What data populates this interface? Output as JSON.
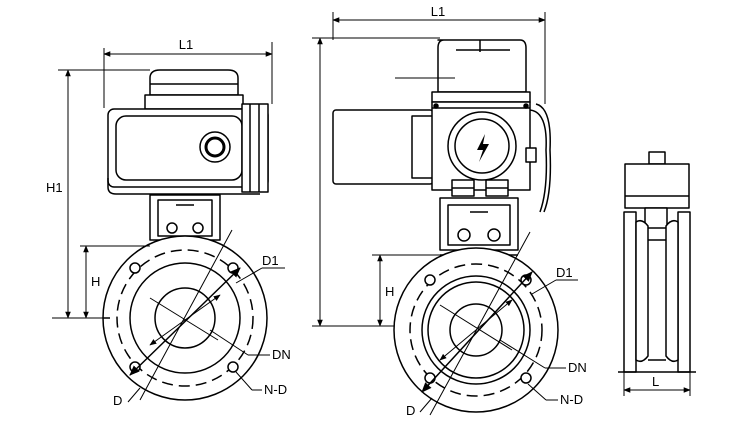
{
  "labels": {
    "l1_left": "L1",
    "l1_mid": "L1",
    "h1": "H1",
    "h_left": "H",
    "h_mid": "H",
    "d1_left": "D1",
    "d1_mid": "D1",
    "dn_left": "DN",
    "dn_mid": "DN",
    "d_left": "D",
    "d_mid": "D",
    "nd_left": "N-D",
    "nd_mid": "N-D",
    "l_right": "L"
  },
  "icons": {
    "plate_symbol": "lightning-icon"
  }
}
